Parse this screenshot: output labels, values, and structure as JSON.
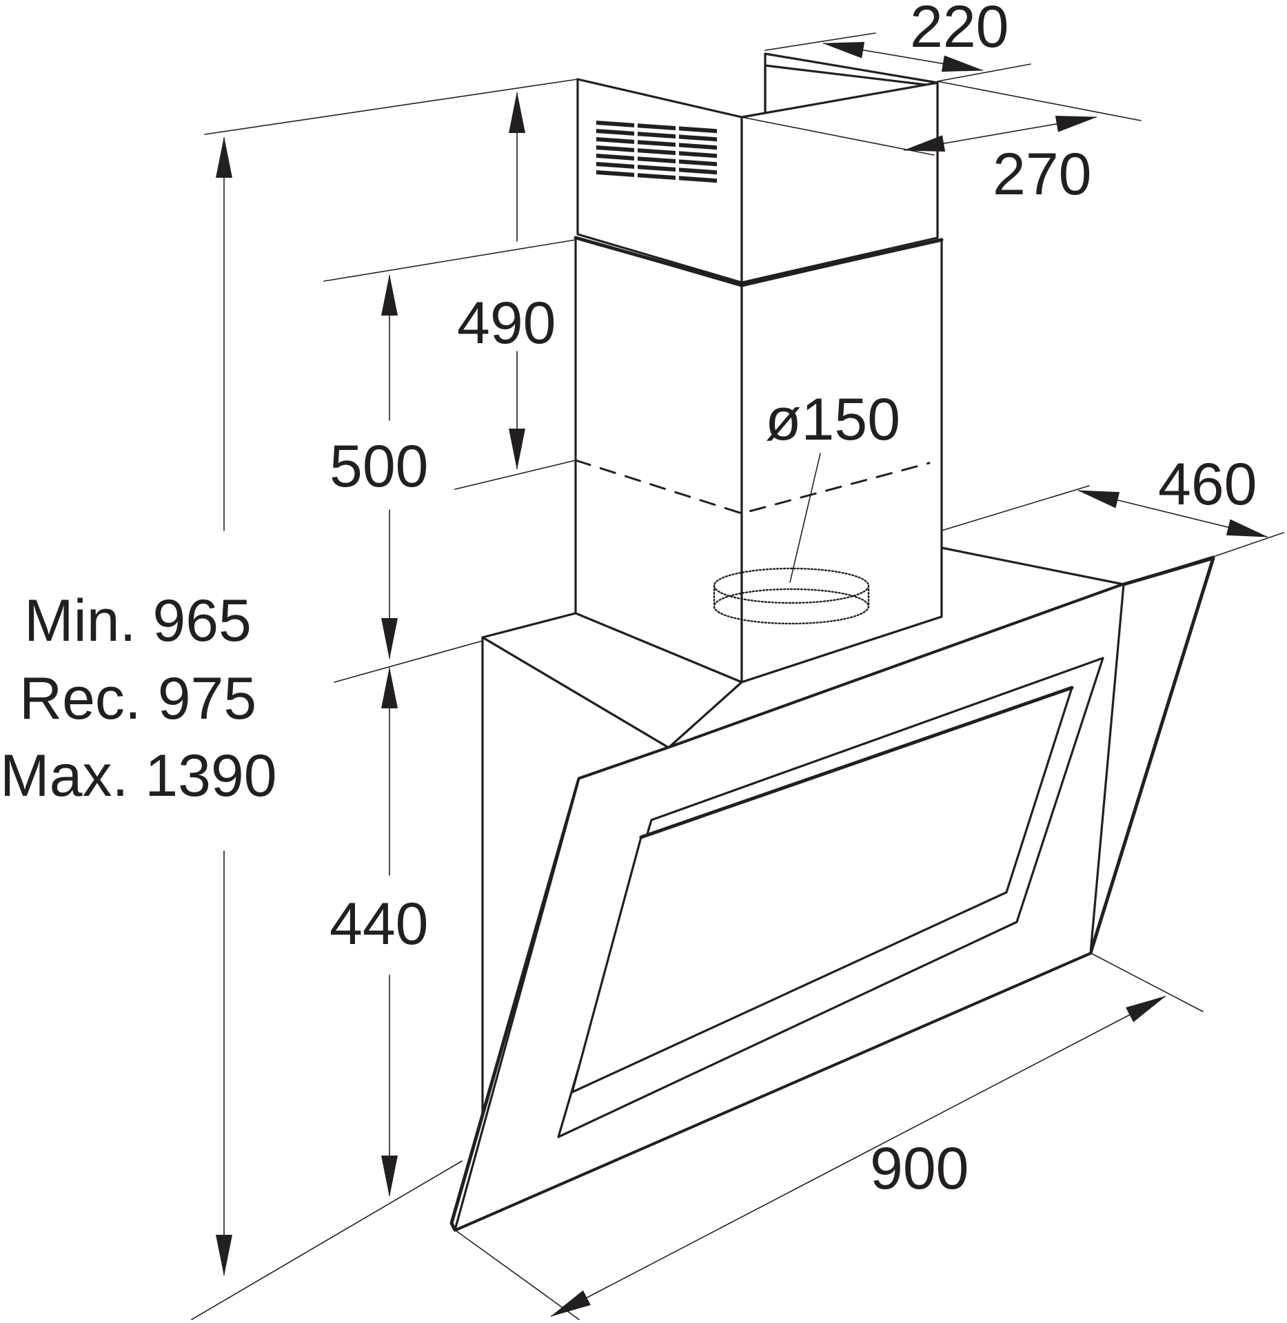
{
  "dimensions": {
    "top_width": "220",
    "top_depth": "270",
    "upper_chimney_height": "490",
    "lower_chimney_height": "500",
    "duct_diameter": "ø150",
    "hood_depth": "460",
    "overall_height_min": "Min. 965",
    "overall_height_rec": "Rec. 975",
    "overall_height_max": "Max. 1390",
    "hood_height": "440",
    "hood_width": "900"
  },
  "colors": {
    "ink": "#231f20",
    "background": "#ffffff"
  }
}
